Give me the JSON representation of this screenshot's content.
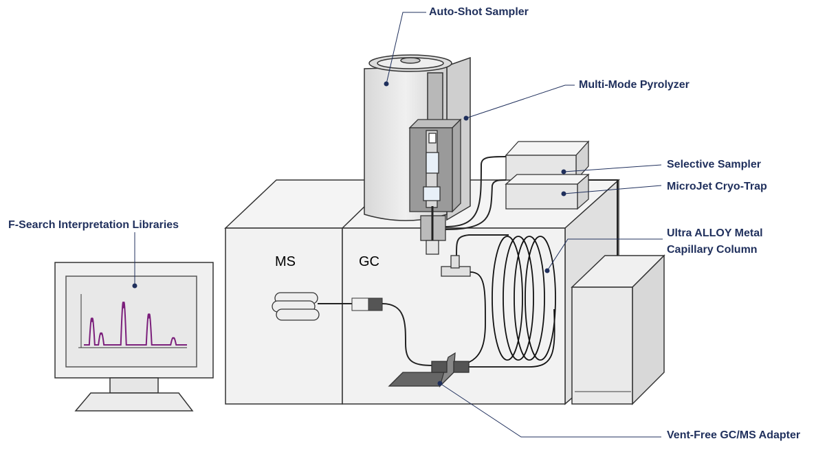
{
  "labels": {
    "auto_shot_sampler": "Auto-Shot Sampler",
    "multi_mode_pyrolyzer": "Multi-Mode Pyrolyzer",
    "selective_sampler": "Selective Sampler",
    "microjet_cryo_trap": "MicroJet Cryo-Trap",
    "ultra_alloy_line1": "Ultra ALLOY Metal",
    "ultra_alloy_line2": "Capillary Column",
    "f_search": "F-Search Interpretation Libraries",
    "vent_free": "Vent-Free GC/MS Adapter",
    "ms": "MS",
    "gc": "GC"
  },
  "colors": {
    "callout_text": "#1f2f5c",
    "callout_line": "#1f2f5c",
    "chromatogram": "#7b1f7b",
    "device_fill": "#e4e4e4",
    "device_stroke": "#333333",
    "body_fill": "#eeeeee"
  },
  "chromatogram_peaks": [
    {
      "position": 0.08,
      "height": 0.45
    },
    {
      "position": 0.17,
      "height": 0.2
    },
    {
      "position": 0.39,
      "height": 0.72
    },
    {
      "position": 0.64,
      "height": 0.52
    },
    {
      "position": 0.88,
      "height": 0.12
    }
  ]
}
